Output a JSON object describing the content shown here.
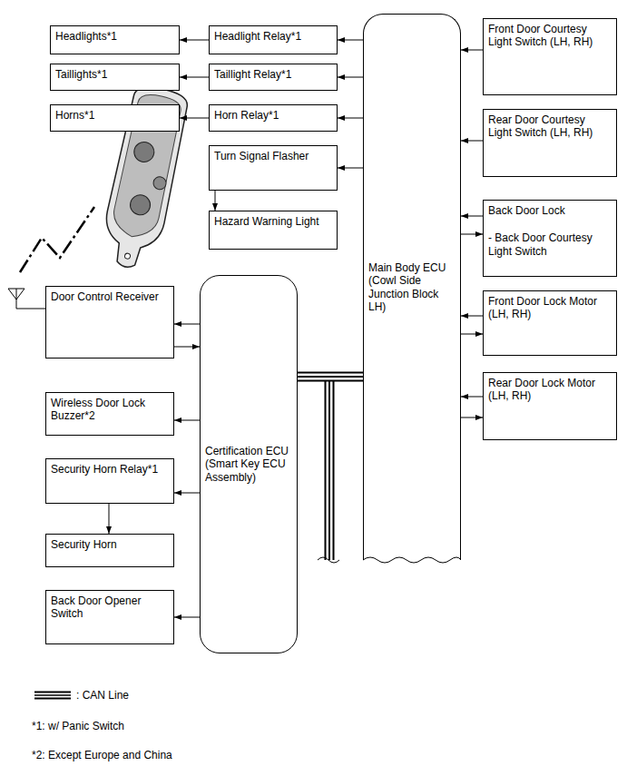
{
  "diagram": {
    "nodes": [
      {
        "text": [
          "Headlights*1"
        ]
      },
      {
        "text": [
          "Headlight Relay*1"
        ]
      },
      {
        "text": [
          "Taillights*1"
        ]
      },
      {
        "text": [
          "Taillight Relay*1"
        ]
      },
      {
        "text": [
          "Horns*1"
        ]
      },
      {
        "text": [
          "Horn Relay*1"
        ]
      },
      {
        "text": [
          "Turn Signal Flasher"
        ]
      },
      {
        "text": [
          "Hazard Warning Light"
        ]
      },
      {
        "text": [
          "Door Control Receiver"
        ]
      },
      {
        "text": [
          "Wireless Door Lock Buzzer*2"
        ]
      },
      {
        "text": [
          "Certification ECU (Smart Key ECU Assembly)"
        ]
      },
      {
        "text": [
          "Security Horn Relay*1"
        ]
      },
      {
        "text": [
          "Security Horn"
        ]
      },
      {
        "text": [
          "Back Door Opener Switch"
        ]
      },
      {
        "text": [
          "Main Body ECU (Cowl Side Junction Block LH)"
        ]
      },
      {
        "text": [
          "Front Door Courtesy Light Switch (LH, RH)"
        ]
      },
      {
        "text": [
          "Rear Door Courtesy Light Switch (LH, RH)"
        ]
      },
      {
        "text": [
          "Back Door Lock",
          "- Back Door Courtesy Light Switch"
        ]
      },
      {
        "text": [
          "Front Door Lock Motor (LH, RH)"
        ]
      },
      {
        "text": [
          "Rear Door Lock Motor (LH, RH)"
        ]
      }
    ],
    "edges": [
      {
        "from": 1,
        "to": 0,
        "arrow": "to"
      },
      {
        "from": 14,
        "to": 1,
        "arrow": "to"
      },
      {
        "from": 3,
        "to": 2,
        "arrow": "to"
      },
      {
        "from": 14,
        "to": 3,
        "arrow": "to"
      },
      {
        "from": 5,
        "to": 4,
        "arrow": "to"
      },
      {
        "from": 14,
        "to": 5,
        "arrow": "to"
      },
      {
        "from": 14,
        "to": 6,
        "arrow": "to"
      },
      {
        "from": 6,
        "to": 7,
        "arrow": "to"
      },
      {
        "from": 10,
        "to": 8,
        "arrow": "to"
      },
      {
        "from": 8,
        "to": 10,
        "arrow": "to"
      },
      {
        "from": 10,
        "to": 9,
        "arrow": "to"
      },
      {
        "from": 10,
        "to": 11,
        "arrow": "to"
      },
      {
        "from": 11,
        "to": 12,
        "arrow": "to"
      },
      {
        "from": 10,
        "to": 13,
        "arrow": "to"
      },
      {
        "from": 10,
        "to": 14,
        "arrow": "none"
      },
      {
        "from": 15,
        "to": 14,
        "arrow": "to"
      },
      {
        "from": 16,
        "to": 14,
        "arrow": "to"
      },
      {
        "from": 17,
        "to": 14,
        "arrow": "to"
      },
      {
        "from": 14,
        "to": 17,
        "arrow": "to"
      },
      {
        "from": 18,
        "to": 14,
        "arrow": "to"
      },
      {
        "from": 14,
        "to": 18,
        "arrow": "to"
      },
      {
        "from": 19,
        "to": 14,
        "arrow": "to"
      },
      {
        "from": 14,
        "to": 19,
        "arrow": "to"
      }
    ],
    "labels": [
      "*1: w/ Panic Switch",
      "*2: Except Europe and China"
    ],
    "legend": [
      {
        "text": ": CAN Line"
      }
    ]
  }
}
